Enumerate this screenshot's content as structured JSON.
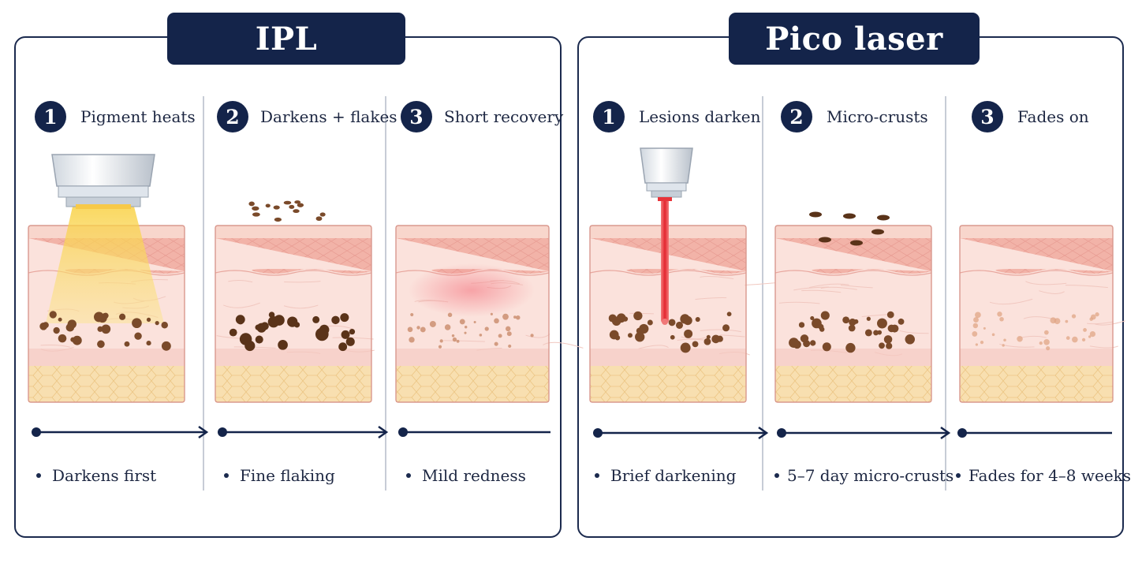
{
  "panels": [
    {
      "title": "IPL",
      "steps": [
        {
          "number": "1",
          "label": "Pigment heats",
          "note": "Darkens first"
        },
        {
          "number": "2",
          "label": "Darkens + flakes",
          "note": "Fine flaking"
        },
        {
          "number": "3",
          "label": "Short recovery",
          "note": "Mild redness"
        }
      ]
    },
    {
      "title": "Pico laser",
      "steps": [
        {
          "number": "1",
          "label": "Lesions darken",
          "note": "Brief darkening"
        },
        {
          "number": "2",
          "label": "Micro-crusts",
          "note": "5–7 day micro-crusts"
        },
        {
          "number": "3",
          "label": "Fades on",
          "note": "Fades for 4–8 weeks"
        }
      ]
    }
  ],
  "colors": {
    "navy": "#14244a",
    "epidermis": "#f3b9b0",
    "dermis": "#fbe0da",
    "fat": "#f8dfb0",
    "pigment": "#6e4426",
    "ipl_light": "#f7d35a",
    "laser": "#e8343a"
  },
  "icons": [
    "ipl-handpiece-icon",
    "laser-handpiece-icon",
    "skin-cross-section-icon",
    "timeline-arrow-icon"
  ]
}
